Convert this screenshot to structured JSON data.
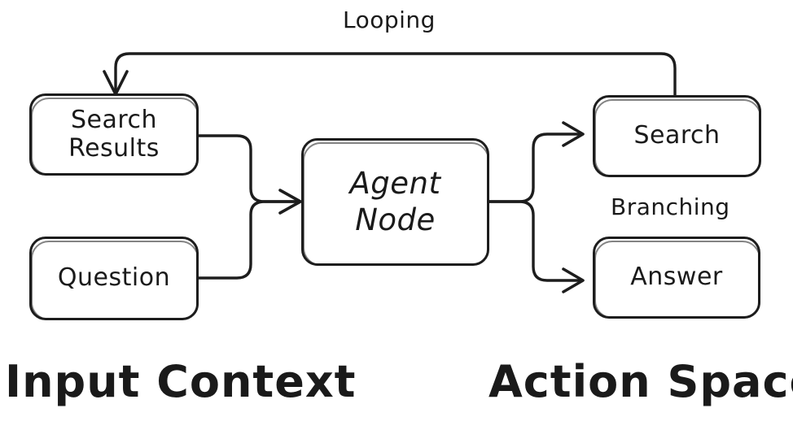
{
  "diagram": {
    "type": "flowchart",
    "style": "hand-drawn",
    "colors": {
      "background": "#ffffff",
      "stroke": "#1d1d1d",
      "text": "#1a1a1a"
    },
    "nodes": [
      {
        "id": "search-results",
        "label": "Search\nResults",
        "group": "Input Context"
      },
      {
        "id": "question",
        "label": "Question",
        "group": "Input Context"
      },
      {
        "id": "agent-node",
        "label": "Agent\nNode",
        "group": ""
      },
      {
        "id": "search",
        "label": "Search",
        "group": "Action Space"
      },
      {
        "id": "answer",
        "label": "Answer",
        "group": "Action Space"
      }
    ],
    "edge_labels": {
      "looping": "Looping",
      "branching": "Branching"
    },
    "group_titles": {
      "input_context": "Input Context",
      "action_space": "Action Space"
    },
    "edges": [
      {
        "from": "search-results",
        "to": "agent-node",
        "label": ""
      },
      {
        "from": "question",
        "to": "agent-node",
        "label": ""
      },
      {
        "from": "agent-node",
        "to": "search",
        "label": "Branching"
      },
      {
        "from": "agent-node",
        "to": "answer",
        "label": "Branching"
      },
      {
        "from": "search",
        "to": "search-results",
        "label": "Looping"
      }
    ]
  }
}
